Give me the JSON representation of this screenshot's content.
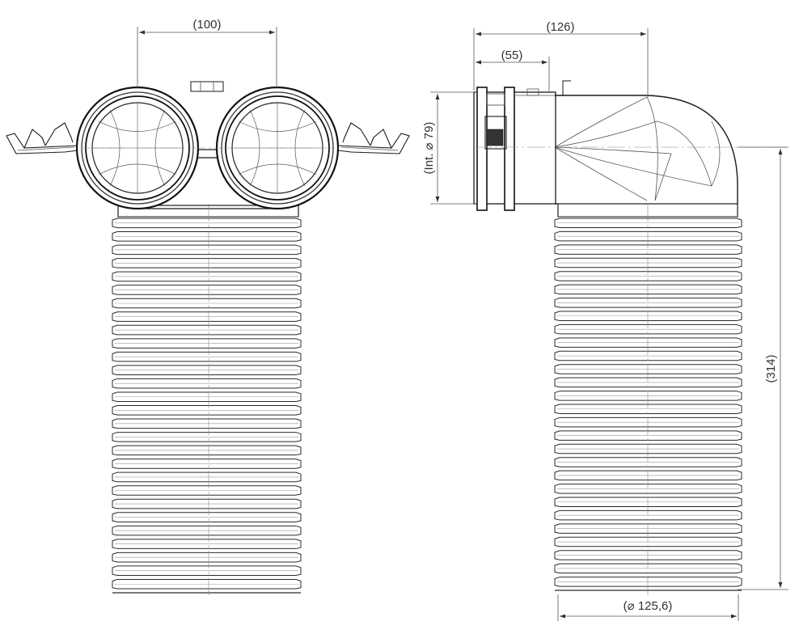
{
  "dimensions": {
    "spacing": "(100)",
    "depth_total": "(126)",
    "depth_spigot": "(55)",
    "inner_diameter": "(Int. ⌀ 79)",
    "height": "(314)",
    "outer_diameter": "(⌀ 125,6)"
  },
  "front_view": {
    "ribs": 28
  },
  "side_view": {
    "ribs": 28
  }
}
